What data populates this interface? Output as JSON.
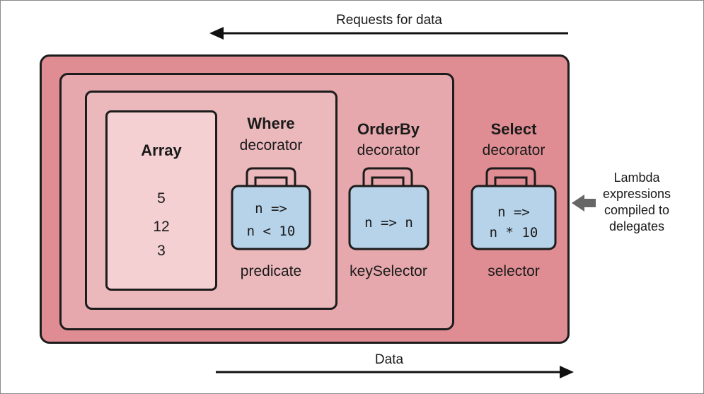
{
  "top_arrow": {
    "label": "Requests for data"
  },
  "bottom_arrow": {
    "label": "Data"
  },
  "array": {
    "title": "Array",
    "values": [
      "5",
      "12",
      "3"
    ]
  },
  "where": {
    "title": "Where",
    "subtitle": "decorator",
    "code": [
      "n =>",
      "n < 10"
    ],
    "caption": "predicate"
  },
  "orderby": {
    "title": "OrderBy",
    "subtitle": "decorator",
    "code": [
      "n => n"
    ],
    "caption": "keySelector"
  },
  "select": {
    "title": "Select",
    "subtitle": "decorator",
    "code": [
      "n =>",
      "n * 10"
    ],
    "caption": "selector"
  },
  "side_note": {
    "lines": [
      "Lambda",
      "expressions",
      "compiled to",
      "delegates"
    ]
  },
  "colors": {
    "outer": "#df8d93",
    "middle": "#e6a8ad",
    "inner": "#ebb8bc",
    "array": "#f4d0d3",
    "bag": "#b7d3e9",
    "side_arrow": "#666666"
  }
}
